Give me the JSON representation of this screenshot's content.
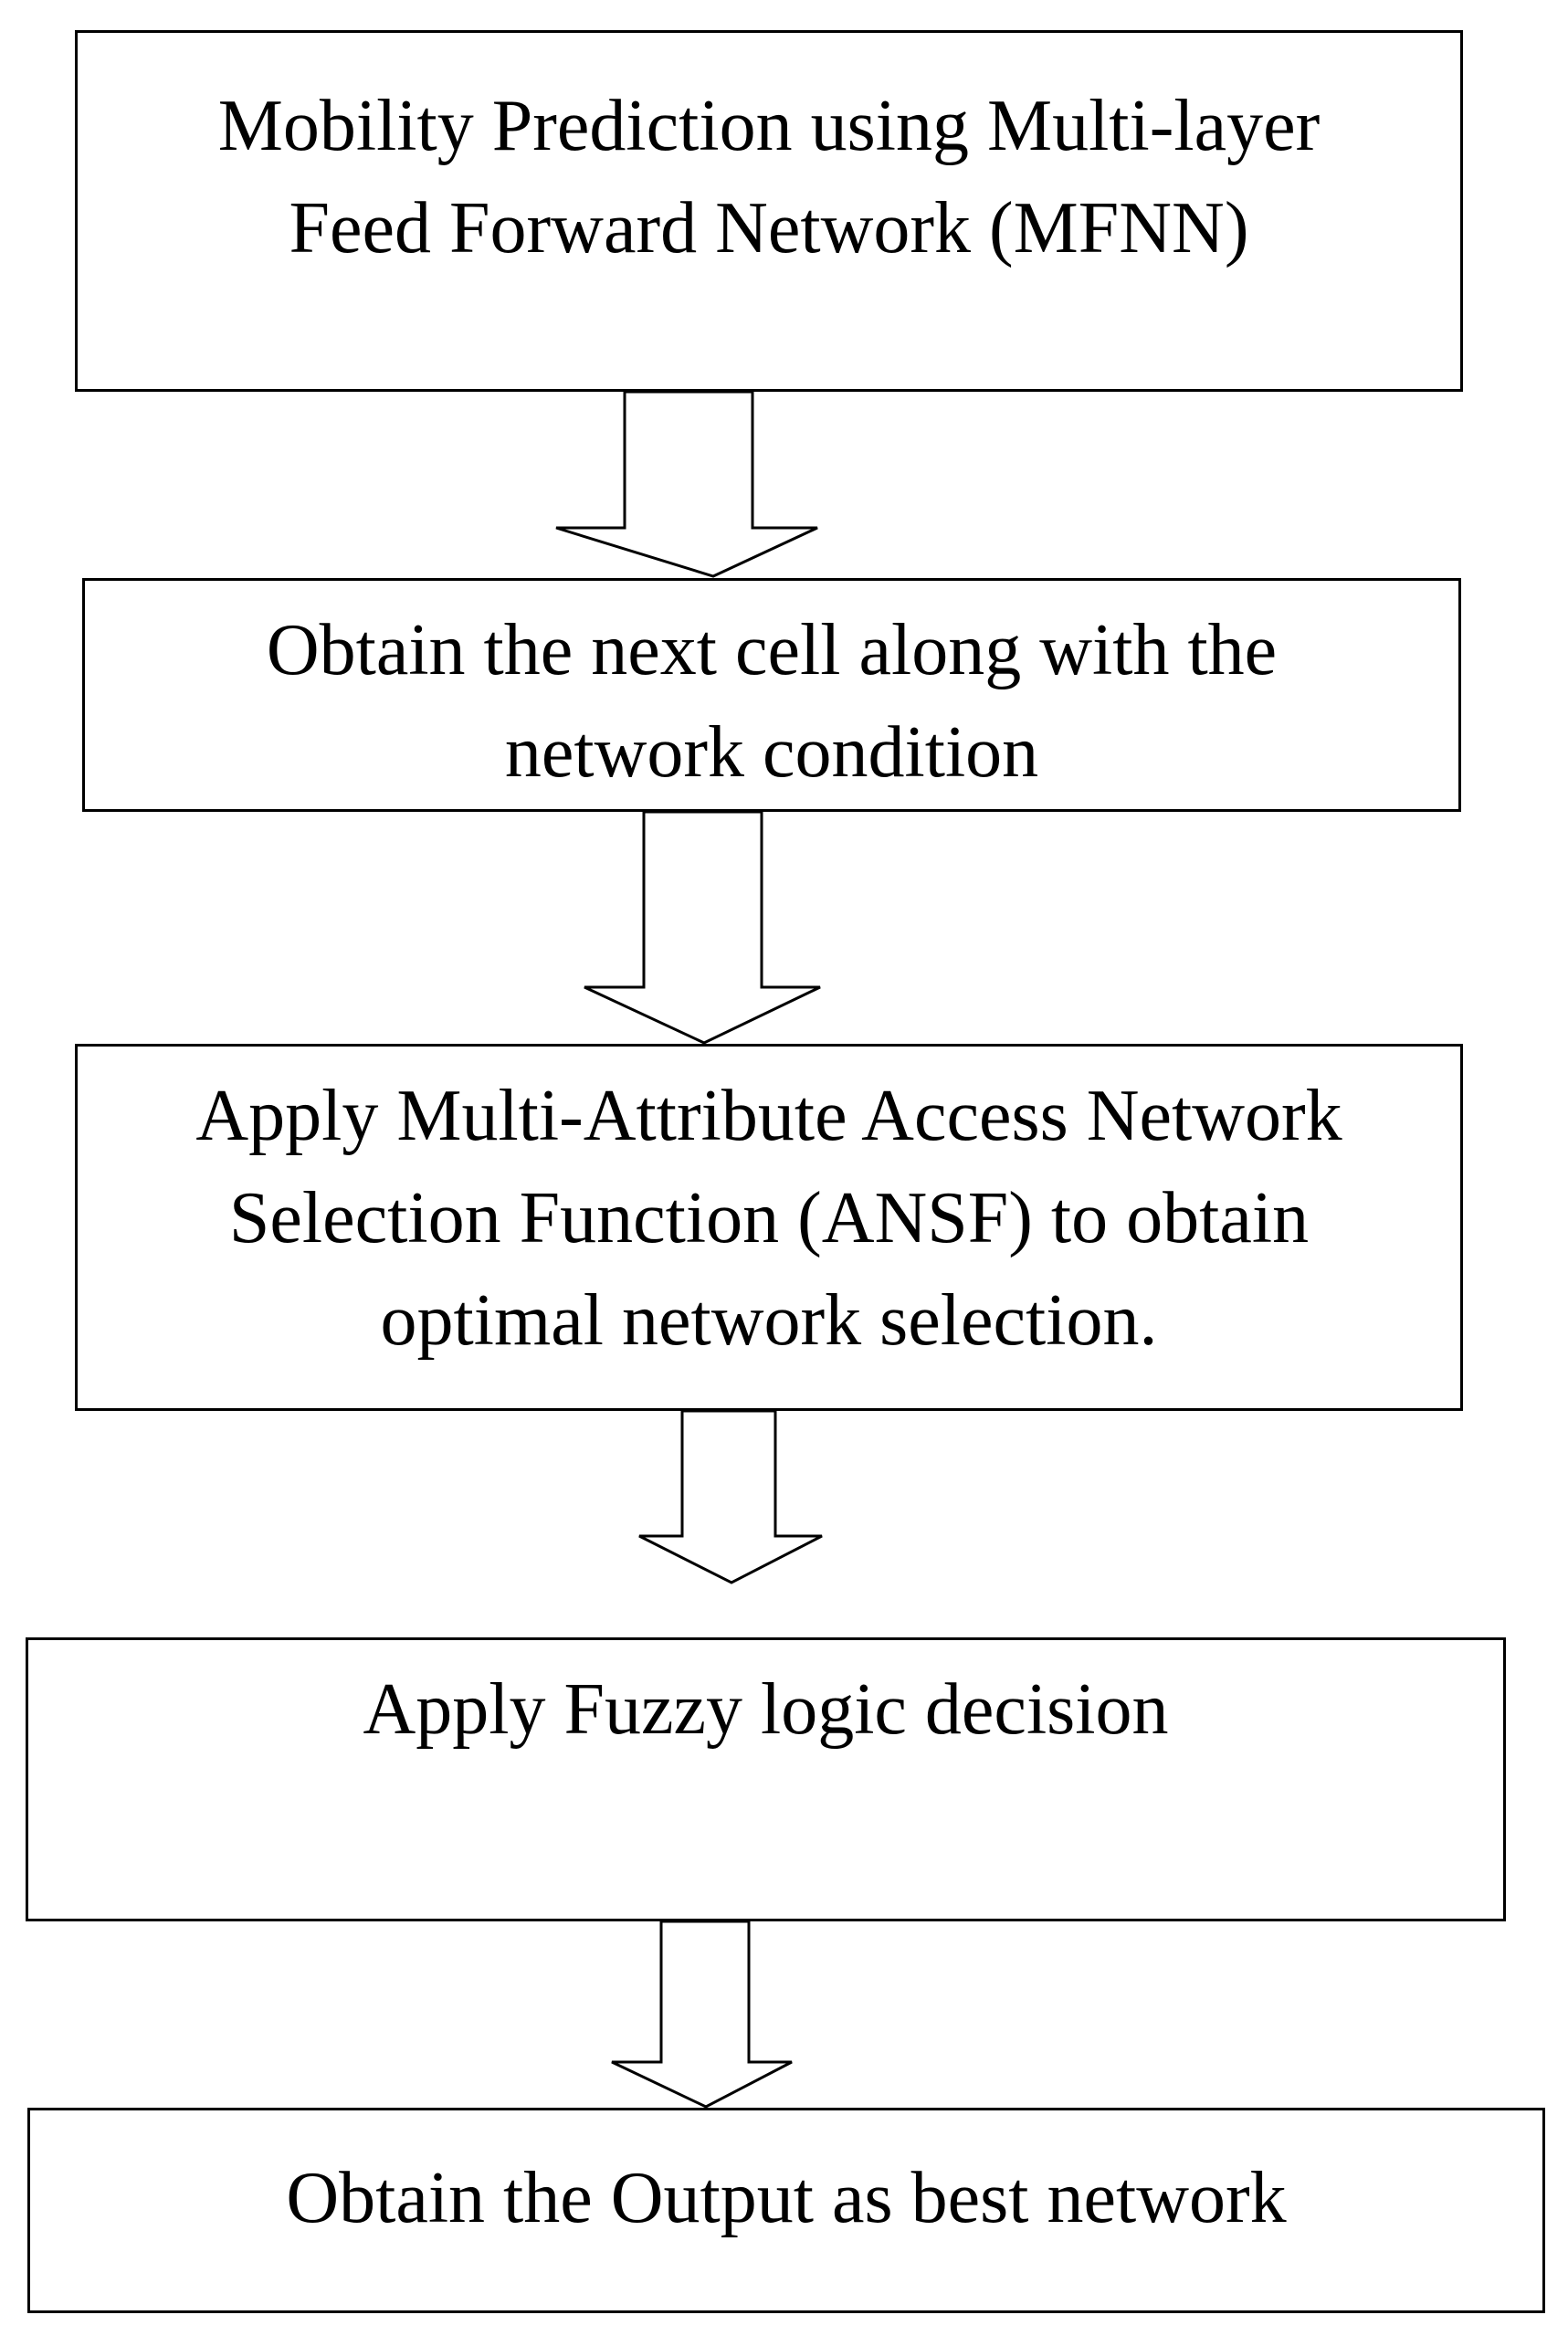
{
  "flowchart": {
    "steps": [
      {
        "lines": [
          "Mobility Prediction using Multi-layer",
          "Feed Forward Network (MFNN)"
        ]
      },
      {
        "lines": [
          "Obtain the next cell along with the",
          "network condition"
        ]
      },
      {
        "lines": [
          "Apply Multi-Attribute Access Network",
          "Selection Function (ANSF) to obtain",
          "optimal network selection."
        ]
      },
      {
        "lines": [
          "Apply Fuzzy logic decision"
        ]
      },
      {
        "lines": [
          "Obtain the Output as best network"
        ]
      }
    ]
  }
}
